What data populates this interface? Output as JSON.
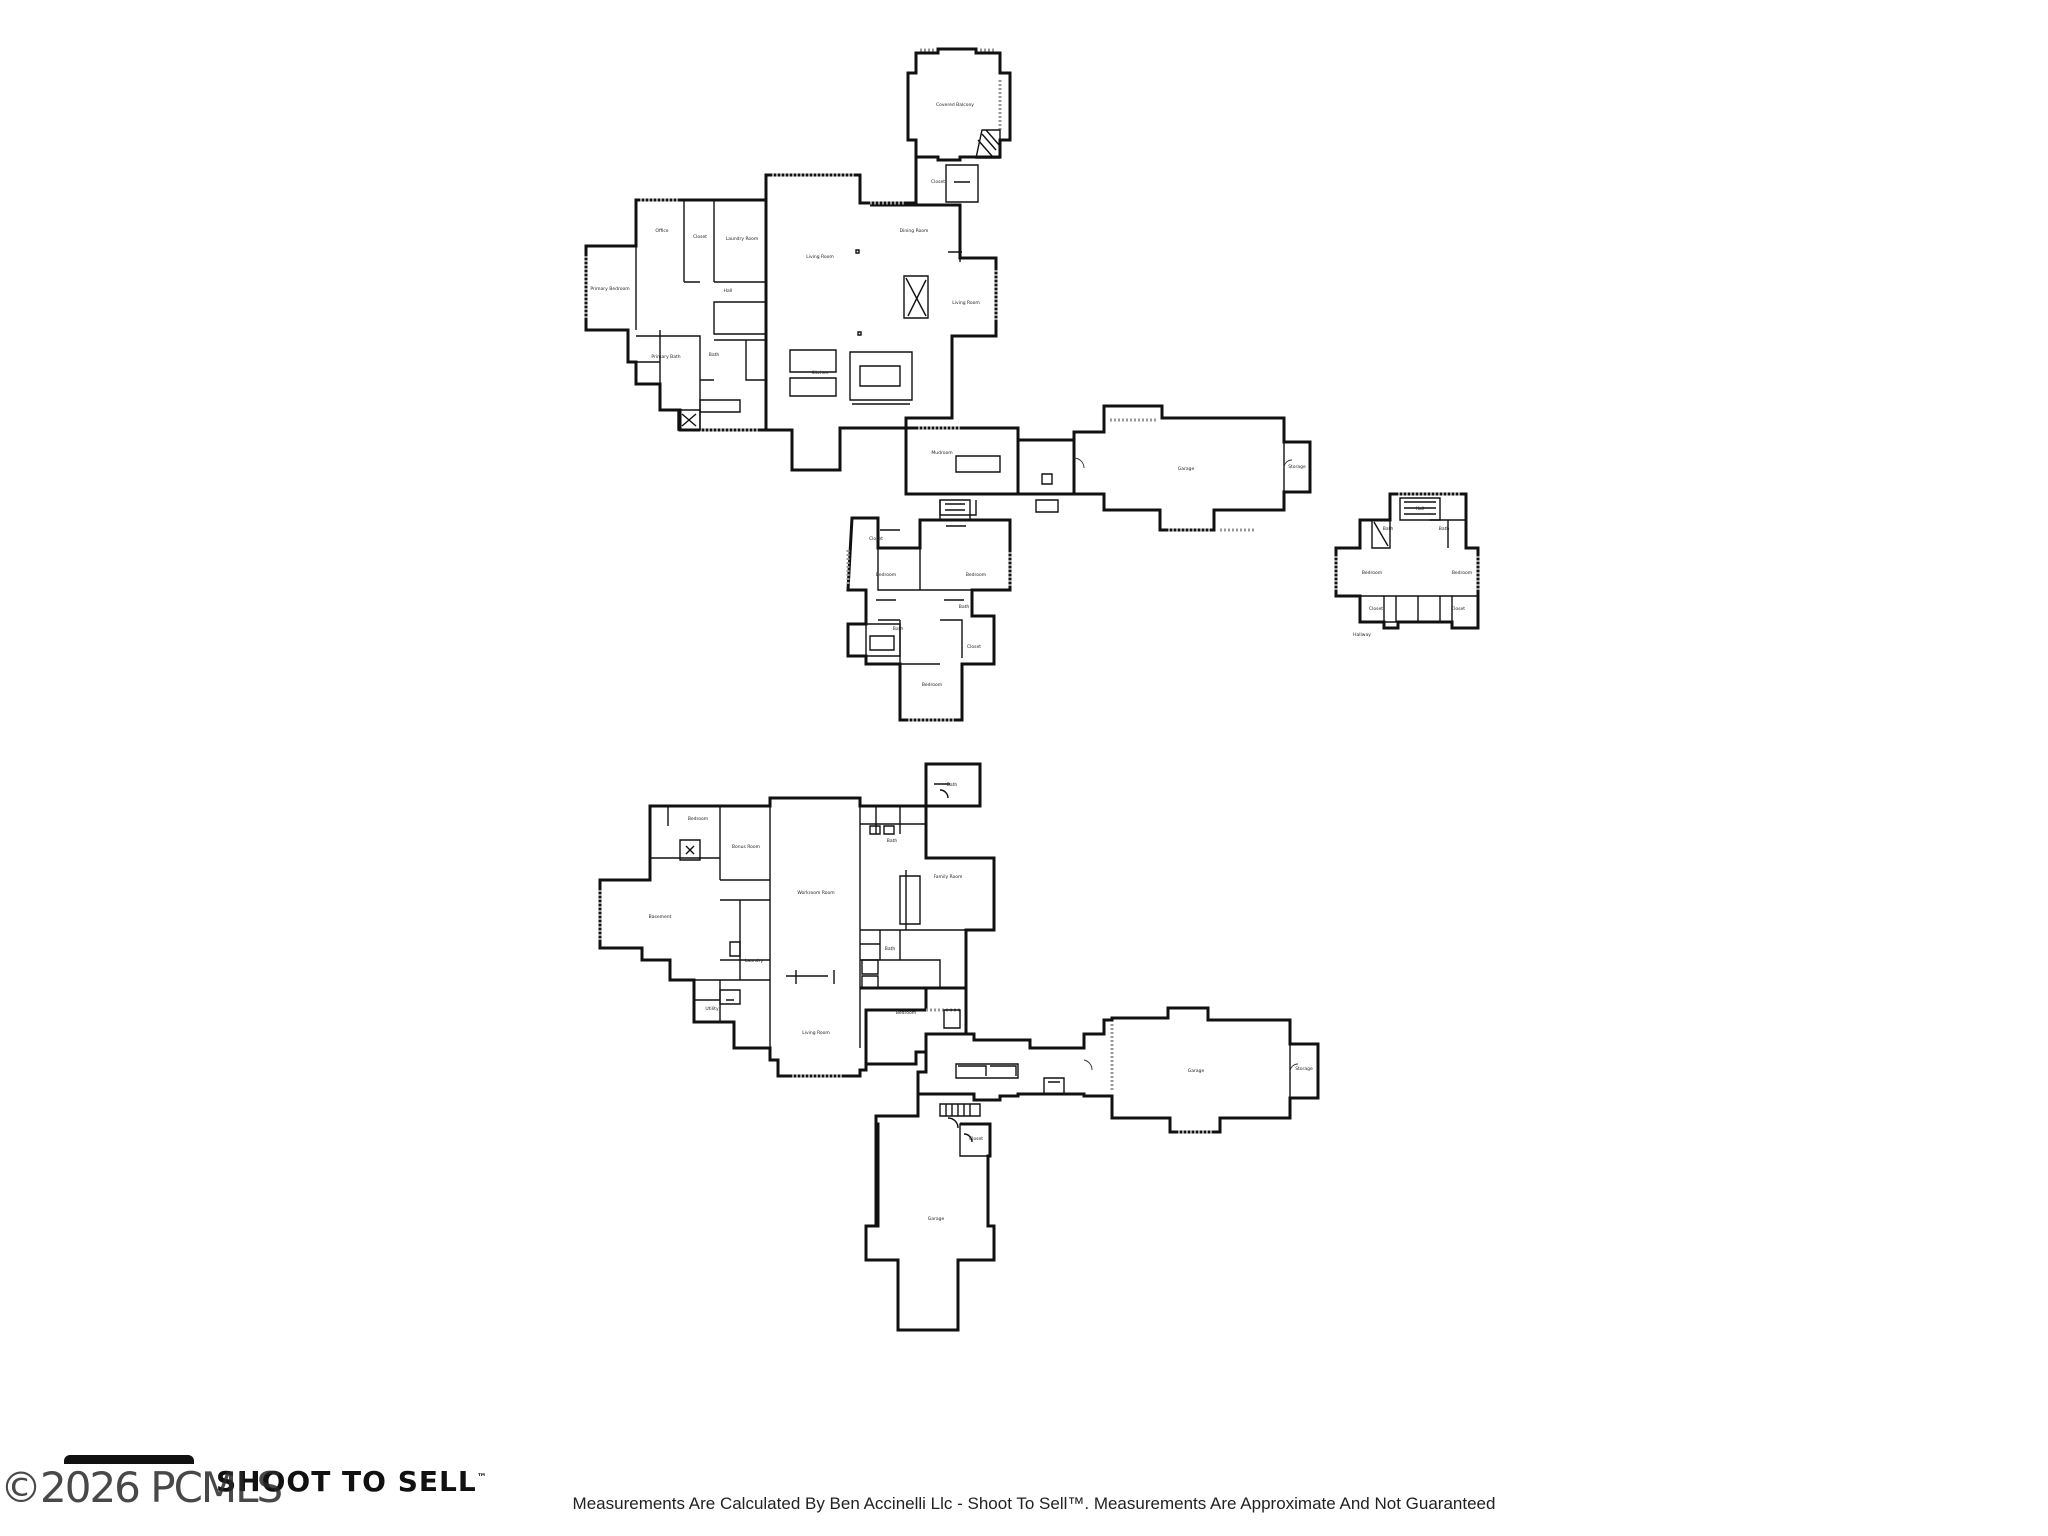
{
  "brand": {
    "name": "SHOOT TO SELL",
    "trademark": "™"
  },
  "watermark": "©2026 PCMLS",
  "footer_note": "Measurements Are Calculated By Ben Accinelli Llc - Shoot To Sell™. Measurements Are Approximate And Not Guaranteed",
  "floors": [
    {
      "id": "main-level",
      "rooms": [
        "Covered Balcony",
        "Closet",
        "Office",
        "Closet",
        "Laundry Room",
        "Primary Bedroom",
        "Living Room",
        "Dining Room",
        "Living Room",
        "Hall",
        "Kitchen",
        "Primary Bath",
        "Bath",
        "Mudroom",
        "Garage",
        "Storage",
        "Bedroom",
        "Bedroom",
        "Bath",
        "Bath",
        "Closet",
        "Closet",
        "Bedroom"
      ]
    },
    {
      "id": "upper-level",
      "rooms": [
        "Bedroom",
        "Bedroom",
        "Bath",
        "Bath",
        "Closet",
        "Closet",
        "Hall",
        "Hallway"
      ]
    },
    {
      "id": "lower-level",
      "rooms": [
        "Bedroom",
        "Bath",
        "Basement",
        "Bonus Room",
        "Workroom Room",
        "Laundry",
        "Bath",
        "Bath",
        "Family Room",
        "Utility",
        "Living Room",
        "Bedroom",
        "Garage",
        "Storage",
        "Garage",
        "Closet"
      ]
    }
  ]
}
